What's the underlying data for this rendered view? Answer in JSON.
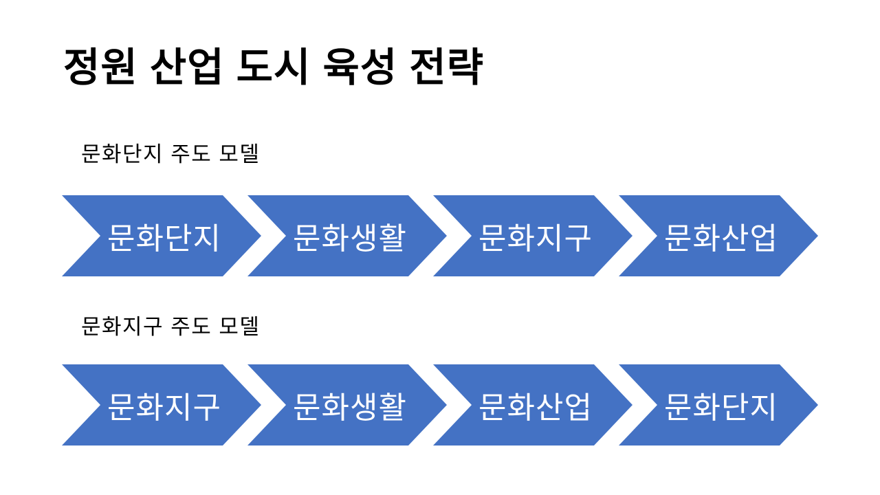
{
  "slide": {
    "title": "정원 산업 도시 육성 전략",
    "colors": {
      "accent": "#4472C4",
      "background": "#FFFFFF",
      "text": "#000000",
      "step_text": "#FFFFFF"
    },
    "models": [
      {
        "label": "문화단지 주도 모델",
        "steps": [
          "문화단지",
          "문화생활",
          "문화지구",
          "문화산업"
        ]
      },
      {
        "label": "문화지구 주도 모델",
        "steps": [
          "문화지구",
          "문화생활",
          "문화산업",
          "문화단지"
        ]
      }
    ]
  }
}
